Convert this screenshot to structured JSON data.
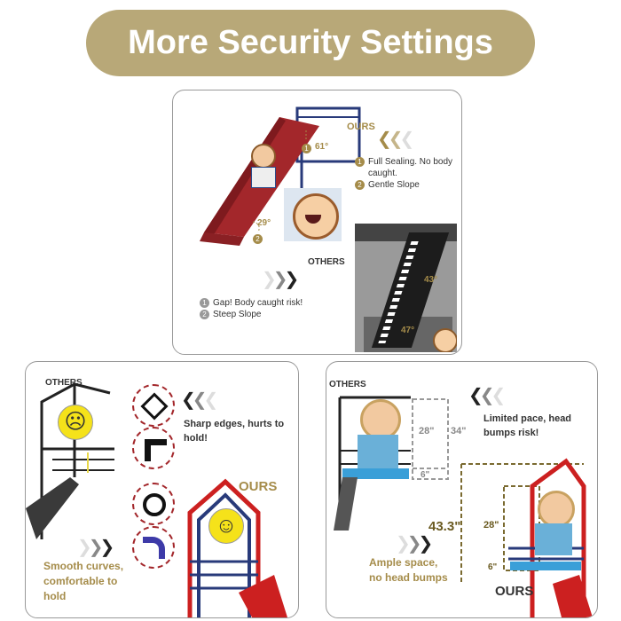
{
  "banner": {
    "title": "More Security Settings"
  },
  "colors": {
    "banner": "#b8a878",
    "gold": "#a58c4a",
    "slide_red": "#a3272b",
    "frame_navy": "#283a7a",
    "badge_gray": "#999999"
  },
  "top_card": {
    "ours_label": "OURS",
    "ours_points": [
      {
        "num": "1",
        "text": "Full Sealing. No body"
      },
      {
        "num": "",
        "text": "caught."
      },
      {
        "num": "2",
        "text": "Gentle Slope"
      }
    ],
    "angle_ours": "61°",
    "angle_slope": "29°",
    "others_label": "OTHERS",
    "others_points": [
      {
        "num": "1",
        "text": "Gap!  Body caught risk!"
      },
      {
        "num": "2",
        "text": "Steep Slope"
      }
    ],
    "angle_others_top": "43°",
    "angle_others_bottom": "47°",
    "badge_1": "1",
    "badge_2": "2"
  },
  "left_card": {
    "others_label": "OTHERS",
    "ours_label": "OURS",
    "others_note": [
      "Sharp edges, hurts to",
      "hold!"
    ],
    "ours_note": [
      "Smooth curves,",
      "comfortable to",
      "hold"
    ]
  },
  "right_card": {
    "others_label": "OTHERS",
    "ours_label": "OURS",
    "others_note": [
      "Limited pace, head",
      "bumps risk!"
    ],
    "ours_note": [
      "Ample space,",
      "no head bumps"
    ],
    "dim_28_top": "28\"",
    "dim_34": "34\"",
    "dim_6_top": "6\"",
    "dim_43": "43.3\"",
    "dim_28_bottom": "28\"",
    "dim_6_bottom": "6\""
  }
}
